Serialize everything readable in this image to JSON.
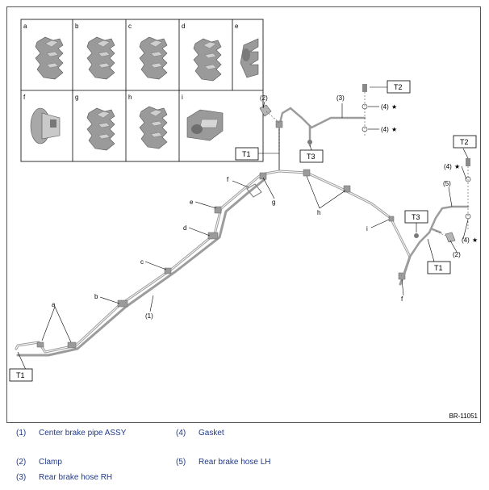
{
  "clamp_panels": [
    "a",
    "b",
    "c",
    "d",
    "e",
    "f",
    "g",
    "h",
    "i"
  ],
  "callouts": {
    "T1": "T1",
    "T2": "T2",
    "T3": "T3",
    "p1": "(1)",
    "p2": "(2)",
    "p3": "(3)",
    "p4": "(4)",
    "p5": "(5)",
    "star": "★",
    "a": "a",
    "b": "b",
    "c": "c",
    "d": "d",
    "e": "e",
    "f": "f",
    "g": "g",
    "h": "h",
    "i": "i"
  },
  "figure_code": "BR-11051",
  "legend": [
    {
      "num": "(1)",
      "label": "Center brake pipe ASSY"
    },
    {
      "num": "(4)",
      "label": "Gasket"
    },
    {
      "num": "(2)",
      "label": "Clamp"
    },
    {
      "num": "(5)",
      "label": "Rear brake hose LH"
    },
    {
      "num": "(3)",
      "label": "Rear brake hose RH"
    }
  ]
}
